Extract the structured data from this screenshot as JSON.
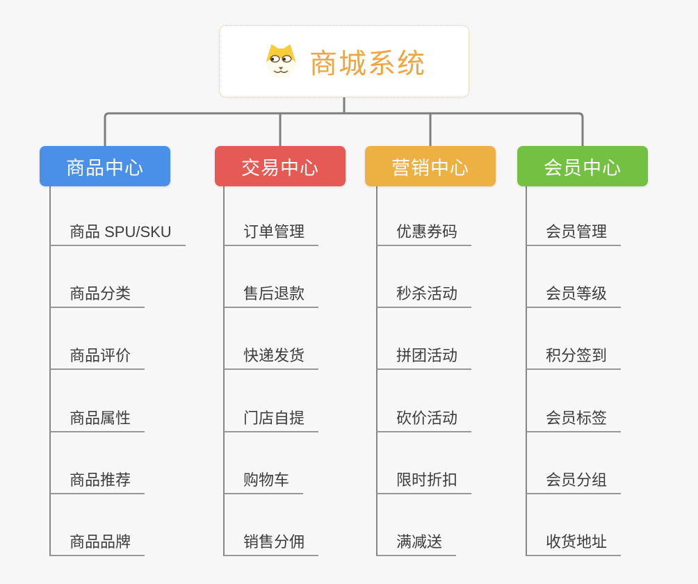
{
  "canvas": {
    "background": "#f7f7f7",
    "connector_color": "#7e7e7e"
  },
  "root": {
    "title": "商城系统",
    "icon": "shiba-dog-icon",
    "title_color": "#f0a640",
    "border_color": "#f1bc72"
  },
  "branches": [
    {
      "id": "product-center",
      "label": "商品中心",
      "color": "#4a90e8",
      "text_color": "#ffffff",
      "items": [
        "商品 SPU/SKU",
        "商品分类",
        "商品评价",
        "商品属性",
        "商品推荐",
        "商品品牌"
      ]
    },
    {
      "id": "trade-center",
      "label": "交易中心",
      "color": "#e65a55",
      "text_color": "#ffffff",
      "items": [
        "订单管理",
        "售后退款",
        "快递发货",
        "门店自提",
        "购物车",
        "销售分佣"
      ]
    },
    {
      "id": "marketing-center",
      "label": "营销中心",
      "color": "#edb043",
      "text_color": "#ffffff",
      "items": [
        "优惠券码",
        "秒杀活动",
        "拼团活动",
        "砍价活动",
        "限时折扣",
        "满减送"
      ]
    },
    {
      "id": "member-center",
      "label": "会员中心",
      "color": "#74c043",
      "text_color": "#ffffff",
      "items": [
        "会员管理",
        "会员等级",
        "积分签到",
        "会员标签",
        "会员分组",
        "收货地址"
      ]
    }
  ]
}
